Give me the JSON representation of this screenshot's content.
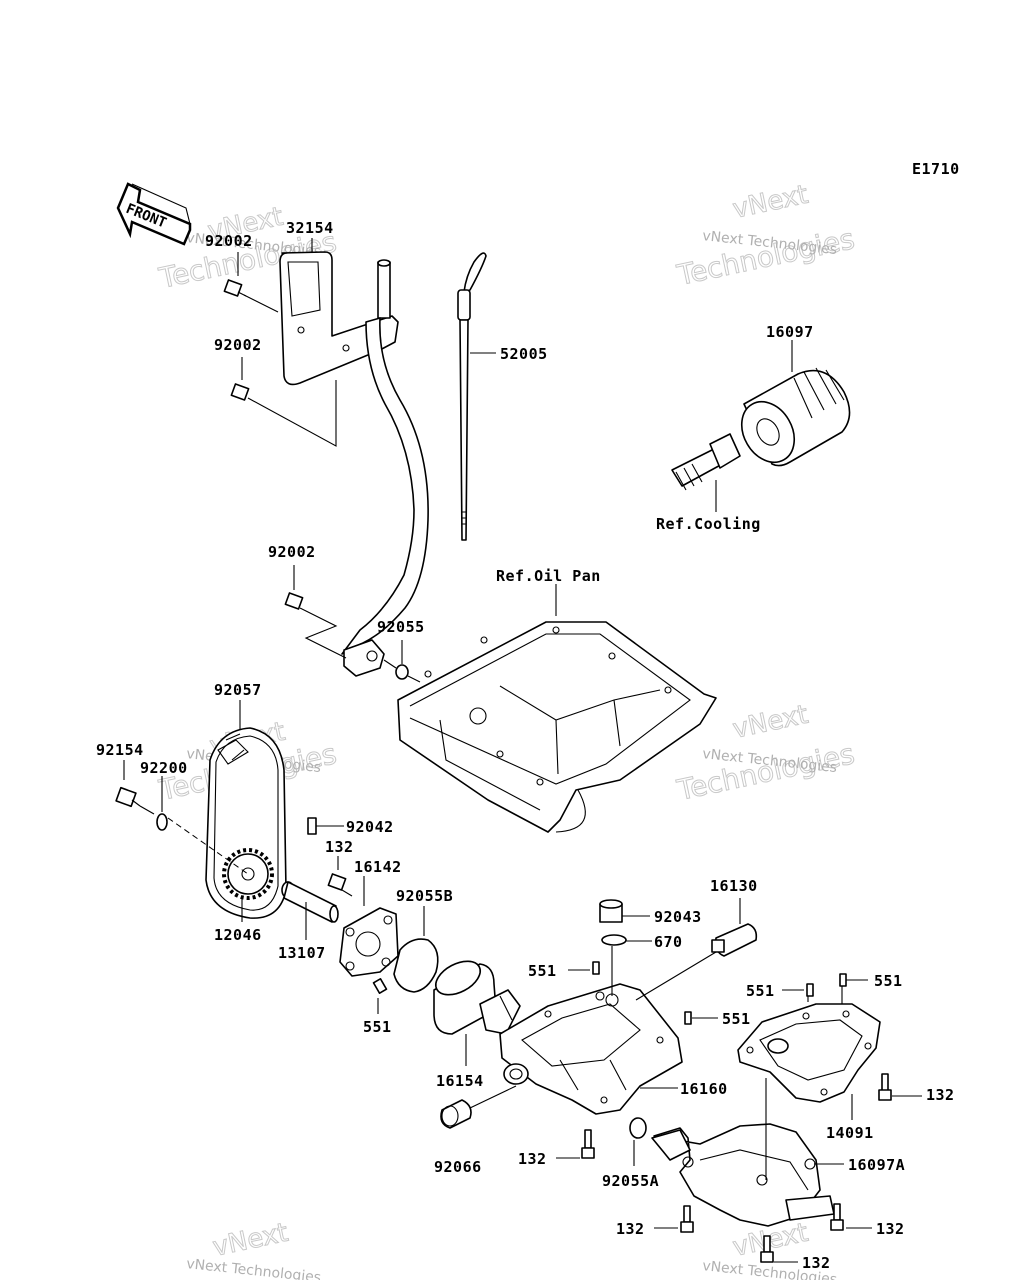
{
  "diagram": {
    "code": "E1710",
    "front_label": "FRONT",
    "watermark": {
      "line1": "vNext",
      "line2": "Technologies",
      "line3": "vNext Technologies"
    },
    "labels": {
      "p32154": "32154",
      "p92002a": "92002",
      "p92002b": "92002",
      "p92002c": "92002",
      "p52005": "52005",
      "p16097": "16097",
      "refCooling": "Ref.Cooling",
      "refOilPan": "Ref.Oil Pan",
      "p92055": "92055",
      "p92057": "92057",
      "p92154": "92154",
      "p92200": "92200",
      "p92042": "92042",
      "p132a": "132",
      "p16142": "16142",
      "p92055B": "92055B",
      "p12046": "12046",
      "p13107": "13107",
      "p551a": "551",
      "p16130": "16130",
      "p92043": "92043",
      "p670": "670",
      "p551b": "551",
      "p551c": "551",
      "p551d": "551",
      "p551e": "551",
      "p16154": "16154",
      "p16160": "16160",
      "p92066": "92066",
      "p132b": "132",
      "p92055A": "92055A",
      "p16097A": "16097A",
      "p14091": "14091",
      "p132c": "132",
      "p132d": "132",
      "p132e": "132",
      "p132f": "132"
    }
  }
}
